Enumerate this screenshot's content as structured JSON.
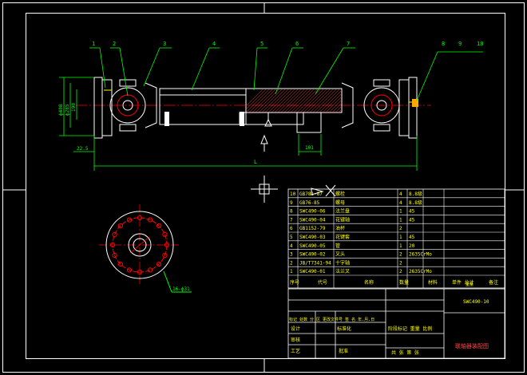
{
  "drawing": {
    "colors": {
      "background": "#000000",
      "outline": "#ffffff",
      "green": "#00ff00",
      "red": "#ff0000",
      "yellow": "#ffff00",
      "hatch": "#ff3333"
    },
    "balloons": [
      "1",
      "2",
      "3",
      "4",
      "5",
      "6",
      "7",
      "8",
      "9",
      "10"
    ],
    "dimensions": {
      "overall_length": "L",
      "left_offset": "22.5",
      "right_stub": "101",
      "flange_dia_outer": "ф408",
      "flange_dia_mid": "ф285",
      "flange_dia_inner": "190"
    },
    "flange_view_note": "16-ф31",
    "bom_rows": [
      {
        "no": "10",
        "code": "GB781-87",
        "name": "螺栓",
        "qty": "4",
        "mat": "8.8级"
      },
      {
        "no": "9",
        "code": "GB76-85",
        "name": "螺母",
        "qty": "4",
        "mat": "8.8级"
      },
      {
        "no": "8",
        "code": "SWC490-06",
        "name": "法兰盘",
        "qty": "1",
        "mat": "45"
      },
      {
        "no": "7",
        "code": "SWC490-04",
        "name": "花键轴",
        "qty": "1",
        "mat": "45"
      },
      {
        "no": "6",
        "code": "GB1152-79",
        "name": "油杯",
        "qty": "2",
        "mat": ""
      },
      {
        "no": "5",
        "code": "SWC490-03",
        "name": "花键套",
        "qty": "1",
        "mat": "45"
      },
      {
        "no": "4",
        "code": "SWC490-05",
        "name": "管",
        "qty": "1",
        "mat": "20"
      },
      {
        "no": "3",
        "code": "SWC490-02",
        "name": "叉头",
        "qty": "2",
        "mat": "2635CrMo"
      },
      {
        "no": "2",
        "code": "JB/T7341-94",
        "name": "十字轴",
        "qty": "2",
        "mat": ""
      },
      {
        "no": "1",
        "code": "SWC490-01",
        "name": "法兰叉",
        "qty": "2",
        "mat": "2635CrMo"
      }
    ],
    "bom_header": {
      "no": "序号",
      "code": "代号",
      "name": "名称",
      "qty": "数量",
      "mat": "材料",
      "weight": "单件 总计",
      "weight_sub": "重量",
      "remark": "备注"
    },
    "title_block": {
      "drawing_no": "SWC490-10",
      "title": "联轴器装配图",
      "rev_row": "标记 处数 分 区 更改文件号 签 名 年.月.日",
      "design_row": "设计",
      "std_row": "标准化",
      "stage_row": "阶段标记  重量  比例",
      "check_row": "审核",
      "process_row": "工艺",
      "approve_row": "批准",
      "sheet_row": "共  张  第  张"
    }
  }
}
